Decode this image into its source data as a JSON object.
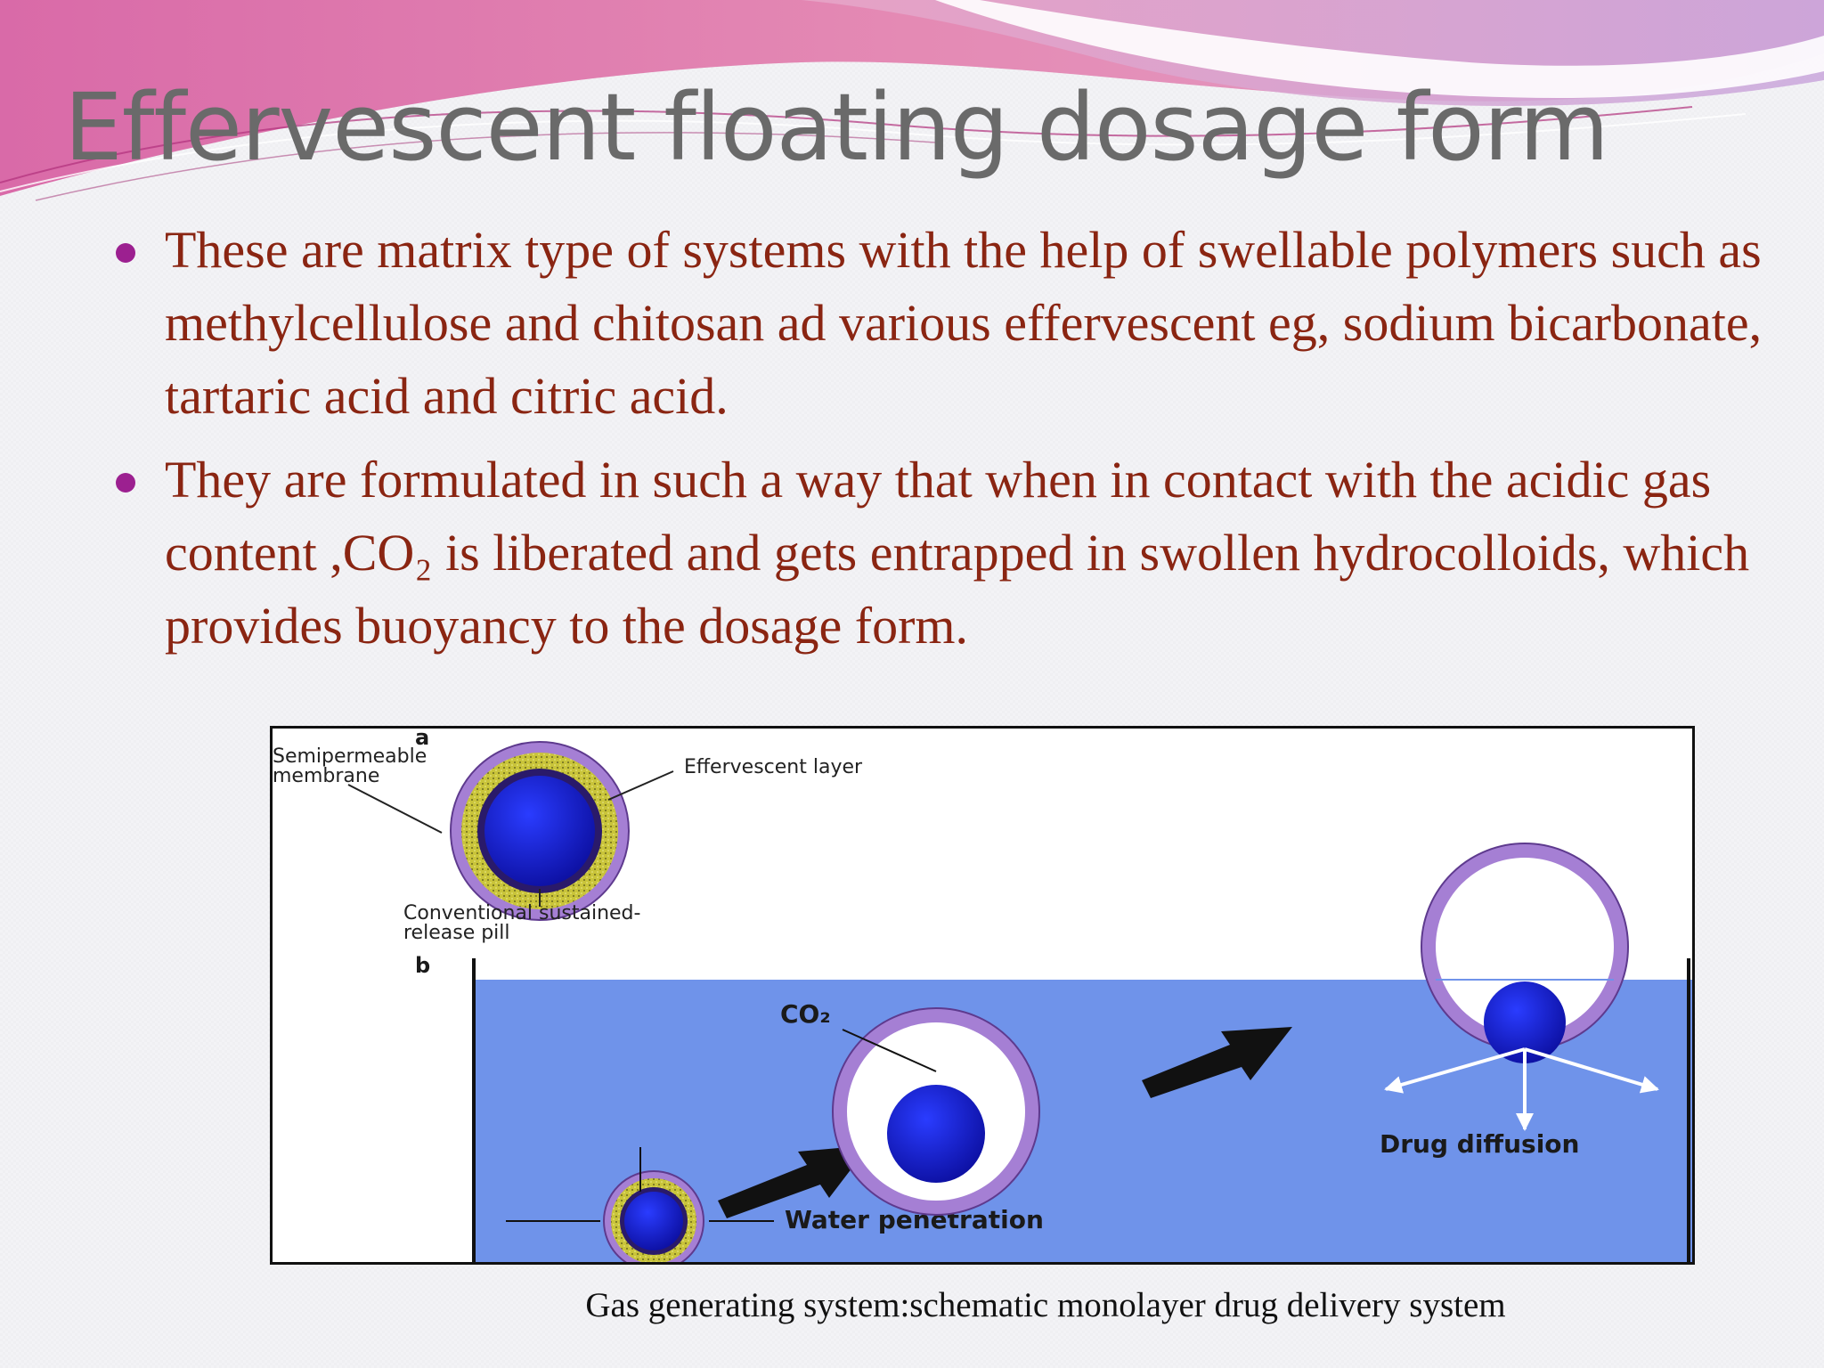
{
  "slide": {
    "title": "Effervescent floating dosage form",
    "bullets": [
      "These are matrix type of systems with the help of swellable polymers such as methylcellulose and chitosan ad various effervescent eg, sodium bicarbonate, tartaric acid and citric acid.",
      "They are formulated in such a way that when in contact with the acidic gas content ,CO₂  is liberated and gets entrapped in swollen hydrocolloids, which provides buoyancy to the dosage form."
    ],
    "caption": "Gas generating system:schematic monolayer drug delivery system"
  },
  "figure": {
    "panel_a": "a",
    "panel_b": "b",
    "semipermeable_1": "Semipermeable",
    "semipermeable_2": "membrane",
    "effervescent_layer": "Effervescent layer",
    "conventional_1": "Conventional sustained-",
    "conventional_2": "release pill",
    "co2": "CO₂",
    "water_penetration": "Water penetration",
    "drug_diffusion": "Drug diffusion"
  },
  "colors": {
    "title": "#6a6a6a",
    "bullet_text": "#8a2512",
    "bullet_dot": "#9c2090",
    "water": "#6f93ea",
    "core": "#1416c8",
    "membrane": "#a57fd4",
    "effervescent": "#c9c43a"
  }
}
